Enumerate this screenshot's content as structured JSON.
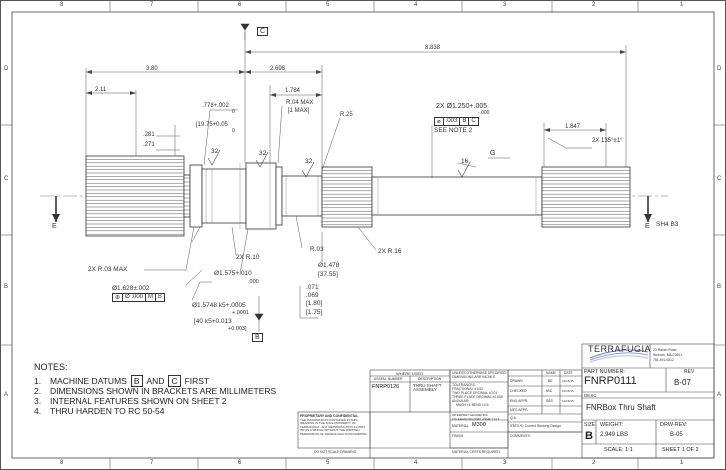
{
  "border": {
    "columns": [
      "8",
      "7",
      "6",
      "5",
      "4",
      "3",
      "2",
      "1"
    ],
    "rows": [
      "D",
      "C",
      "B",
      "A"
    ]
  },
  "drawing": {
    "datum_c_flag": "C",
    "datum_b_flag": "B",
    "section_left": "E",
    "section_right": "E",
    "section_ref": "SH4 B3",
    "dims": {
      "overall": "8.838",
      "d380": "3.80",
      "d2698": "2.698",
      "d211": "2.11",
      "d1784": "1.784",
      "d1847": "1.847",
      "r04": "R.04 MAX",
      "r04_mm": "[1 MAX]",
      "r25": "R.25",
      "t778": ".778+.002",
      "t778_low": "0",
      "t1975": "[19.75+0.05",
      "t1975_low": "0",
      "d281": ".281",
      "d271": ".271",
      "f32a": "32",
      "f32b": "32",
      "f32c": "32",
      "f16": "16",
      "label_g": "G",
      "bore": "2X Ø1.250+.005",
      "bore_low": "-.000",
      "fcf_val": ".003",
      "fcf_b": "B",
      "fcf_c": "C",
      "see_note": "SEE NOTE 2",
      "chamfer": "2X 135°±1°",
      "r03max": "2X R.03 MAX",
      "r10": "2X R.10",
      "r03": "R.03",
      "r16": "2X R.16",
      "d1575": "Ø1.575+.010",
      "d1575_low": ".000",
      "d1478": "Ø1.478",
      "d1478_mm": "[37.55]",
      "d071": ".071",
      "d069": ".069",
      "d180": "[1.80]",
      "d175": "[1.75]",
      "d1628": "Ø1.628±.002",
      "fcf2_val": "Ø .000",
      "fcf2_m": "M",
      "fcf2_b": "B",
      "d15748": "Ø1.5748 k5+.0005",
      "d15748_low": "+.0001",
      "d40": "[40 k5+0.013",
      "d40_low": "+0.003]"
    }
  },
  "notes": {
    "title": "NOTES:",
    "items": [
      {
        "num": "1.",
        "text_a": "MACHINE DATUMS",
        "box1": "B",
        "mid": "AND",
        "box2": "C",
        "text_b": "FIRST"
      },
      {
        "num": "2.",
        "text": "DIMENSIONS SHOWN IN BRACKETS ARE MILLIMETERS"
      },
      {
        "num": "3.",
        "text": "INTERNAL FEATURES SHOWN ON SHEET 2"
      },
      {
        "num": "4.",
        "text": "THRU HARDEN TO RC 50-54"
      }
    ]
  },
  "title_block": {
    "where_used": "WHERE USED",
    "assem_number_label": "ASSEM. NUMBER",
    "description_label": "DESCRIPTION",
    "assem_number": "FNRP0126",
    "assem_desc": "THRU SHAFT ASSEMBLY",
    "proprietary_title": "PROPRIETARY AND CONFIDENTIAL",
    "proprietary_text": "THE INFORMATION CONTAINED IN THIS DRAWING IS THE SOLE PROPERTY OF TERRAFUGIA . ANY REPRODUCTION IN PART OR AS A WHOLE WITHOUT THE WRITTEN PERMISSION OF TERRAFUGIA IS PROHIBITED.",
    "do_not_scale": "DO NOT SCALE DRAWING",
    "tol_header": "UNLESS OTHERWISE SPECIFIED: DIMENSIONS ARE INCHES",
    "tolerances": "TOLERANCES:",
    "fractional": "FRACTIONAL ±1/32",
    "two_place": "TWO PLACE DECIMAL ±0.01",
    "three_place": "THREE PLACE DECIMAL ±0.005",
    "angular": "ANGULAR:",
    "angular_vals": "MACH ±1  BEND ±0.5",
    "interpret": "INTERPRET GEOMETRIC TOLERANCING PER: ASME Y14.5",
    "material_label": "MATERIAL",
    "material": "M300",
    "finish_label": "FINISH",
    "material_certs": "MATERIAL CERTS REQUIRED:",
    "name_header": "NAME",
    "date_header": "DATE",
    "drawn_label": "DRAWN",
    "drawn_name": "BE",
    "drawn_date": "10/15/15",
    "checked_label": "CHECKED",
    "checked_name": "MIC",
    "checked_date": "10/16/15",
    "eng_appr_label": "ENG APPR.",
    "eng_appr_name": "SAS",
    "eng_appr_date": "10/16/15",
    "mfg_appr_label": "MFG APPR.",
    "qa_label": "Q.A.",
    "status": "STATUS: Current Working Design",
    "comments": "COMMENTS:",
    "company": "TERRAFUGIA",
    "addr1": "23 Rainin Road",
    "addr2": "Woburn, MA 01801",
    "addr3": "781.491.0812",
    "part_number_label": "PART NUMBER:",
    "part_number": "FNRP0111",
    "rev_label": "REV",
    "rev": "B-07",
    "desc_label": "DESC",
    "desc": "FNRBox Thru Shaft",
    "size_label": "SIZE",
    "size": "B",
    "weight_label": "WEIGHT:",
    "weight": "2.949 LBS",
    "drw_rev_label": "DRW-REV:",
    "drw_rev": "B-05",
    "scale": "SCALE: 1:1",
    "sheet": "SHEET 1 OF 2"
  }
}
